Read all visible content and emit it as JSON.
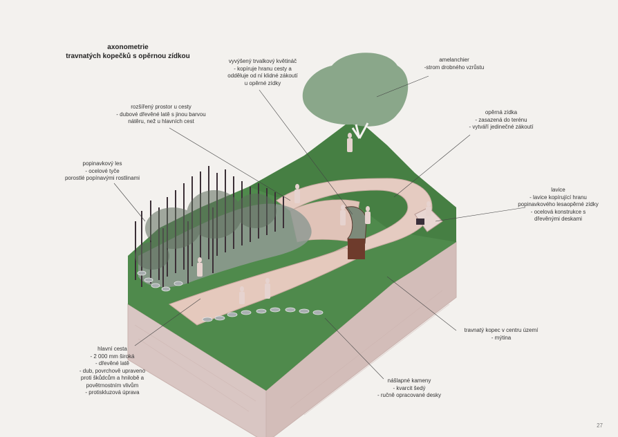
{
  "title": {
    "line1": "axonometrie",
    "line2": "travnatých kopečků s opěrnou zídkou"
  },
  "labels": {
    "perennial": [
      "vyvýšený trvalkový květináč",
      "- kopíruje hranu cesty a",
      "odděluje od ní klidné zákoutí",
      "u opěrné zídky"
    ],
    "amelanchier": [
      "amelanchier",
      "-strom drobného vzrůstu"
    ],
    "widened": [
      "rozšířený prostor u cesty",
      "- dubové dřevěné latě s jinou barvou",
      "nátěru, než u hlavních cest"
    ],
    "wall": [
      "opěrná zídka",
      "- zasazená do terénu",
      "- vytváří jedinečné zákoutí"
    ],
    "hopforest": [
      "popinavkový les",
      "- ocelové tyče",
      "porostlé popínavými rostlinami"
    ],
    "bench": [
      "lavice",
      "- lavice kopírující hranu",
      "popinavkového lesaopěrné zídky",
      "- ocelová konstrukce s",
      "dřevěnými deskami"
    ],
    "hill": [
      "travnatý kopec v centru území",
      "- mýtina"
    ],
    "mainpath": [
      "hlavní cesta",
      "- 2 000 mm široká",
      "- dřevěné latě",
      "- dub, povrchově upraveno",
      "proti škůdcům a hnilobě a",
      "povětrnostním vlivům",
      "- protiskluzová úprava"
    ],
    "stones": [
      "nášlapné kameny",
      "- kvarcit šedý",
      "- ručně opracované desky"
    ]
  },
  "page_number": "27",
  "colors": {
    "background": "#f3f1ee",
    "grass": "#4f8a4c",
    "soil": "#d9c5c2",
    "path": "#e7cdc3",
    "tree": "#8aa78a",
    "leader": "#444444"
  }
}
